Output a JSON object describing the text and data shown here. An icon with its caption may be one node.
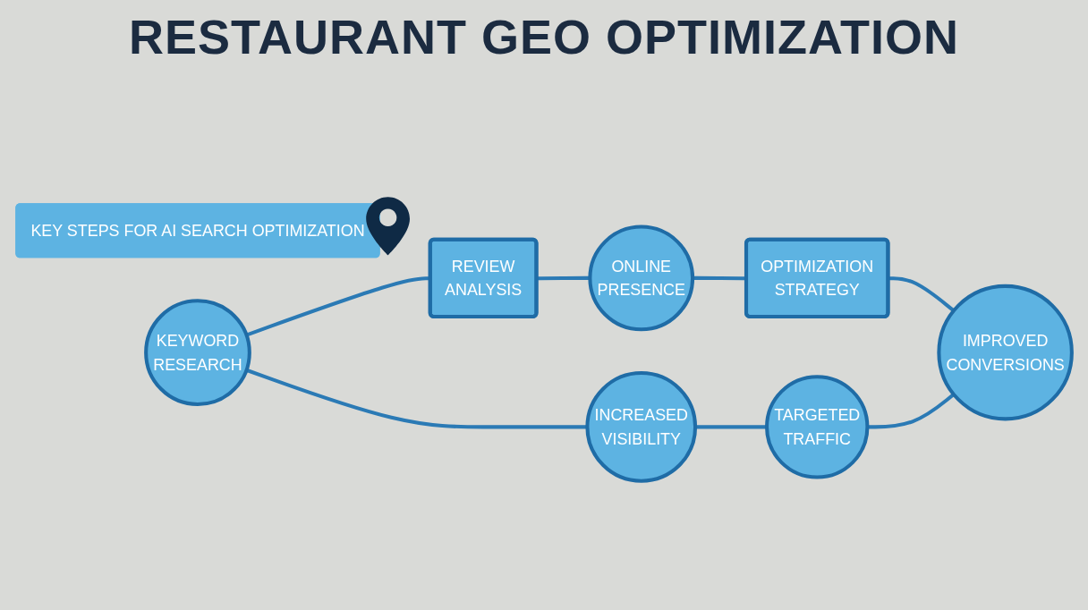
{
  "diagram": {
    "title": "RESTAURANT GEO OPTIMIZATION",
    "nodes": [
      {
        "text": [
          "KEY STEPS FOR AI SEARCH OPTIMIZATION"
        ]
      },
      {
        "text": [
          "KEYWORD RESEARCH"
        ]
      },
      {
        "text": [
          "REVIEW ANALYSIS"
        ]
      },
      {
        "text": [
          "ONLINE PRESENCE"
        ]
      },
      {
        "text": [
          "OPTIMIZATION STRATEGY"
        ]
      },
      {
        "text": [
          "INCREASED VISIBILITY"
        ]
      },
      {
        "text": [
          "TARGETED TRAFFIC"
        ]
      },
      {
        "text": [
          "IMPROVED CONVERSIONS"
        ]
      }
    ],
    "edges": [
      {
        "from": 1,
        "to": 2,
        "arrow": "none"
      },
      {
        "from": 2,
        "to": 3,
        "arrow": "none"
      },
      {
        "from": 3,
        "to": 4,
        "arrow": "none"
      },
      {
        "from": 4,
        "to": 7,
        "arrow": "none"
      },
      {
        "from": 1,
        "to": 5,
        "arrow": "none"
      },
      {
        "from": 5,
        "to": 6,
        "arrow": "none"
      },
      {
        "from": 6,
        "to": 7,
        "arrow": "none"
      }
    ]
  }
}
